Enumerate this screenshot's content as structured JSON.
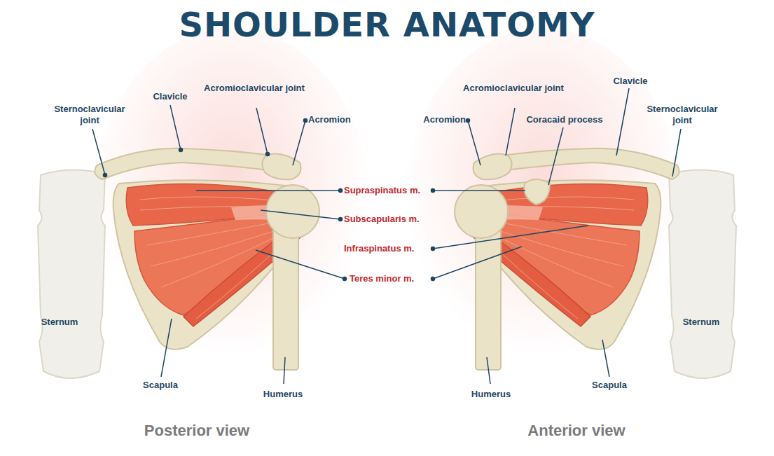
{
  "diagram": {
    "title": "SHOULDER ANATOMY",
    "labels": [
      "Sternoclavicular joint",
      "Clavicle",
      "Acromioclavicular joint",
      "Acromion",
      "Supraspinatus m.",
      "Subscapularis m.",
      "Infraspinatus m.",
      "Teres minor m.",
      "Sternum",
      "Scapula",
      "Humerus",
      "Posterior view",
      "Acromion",
      "Acromioclavicular joint",
      "Coracaid process",
      "Clavicle",
      "Sternoclavicular joint",
      "Sternum",
      "Scapula",
      "Humerus",
      "Anterior view"
    ]
  }
}
